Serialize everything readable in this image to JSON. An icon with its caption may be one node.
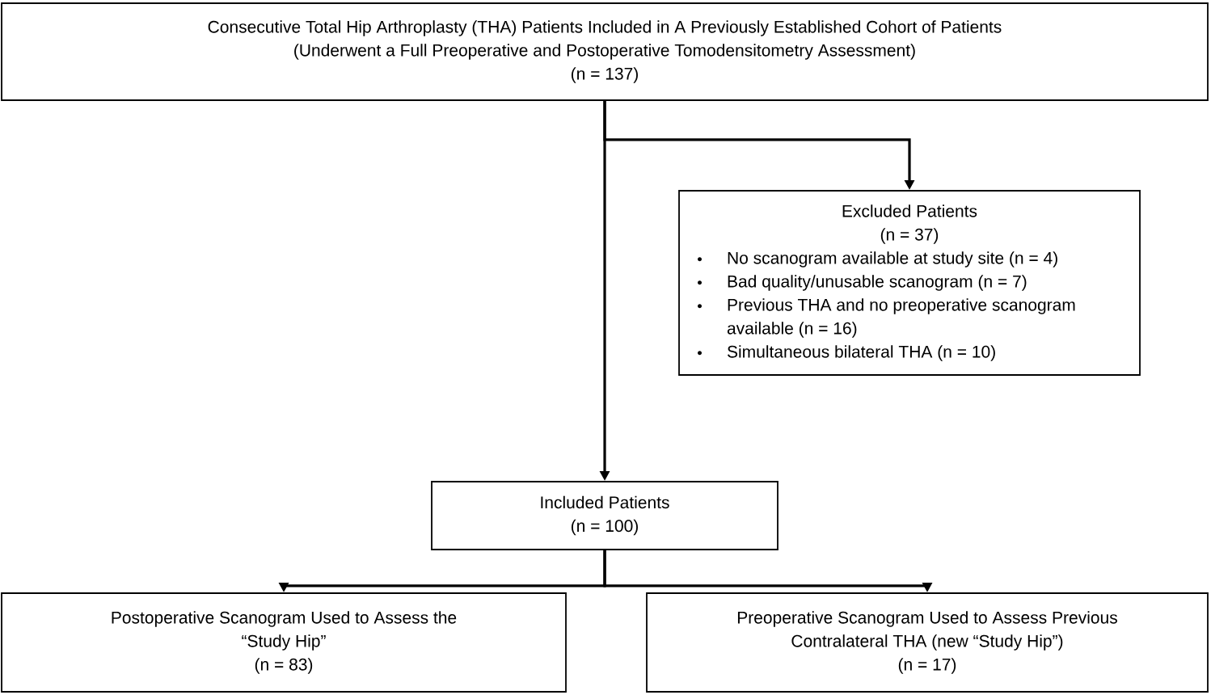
{
  "diagram": {
    "nodes": [
      {
        "text": [
          "Consecutive Total Hip Arthroplasty (THA) Patients Included in A Previously Established Cohort of Patients",
          "(Underwent a Full Preoperative and Postoperative Tomodensitometry Assessment)",
          "(n = 137)"
        ]
      },
      {
        "text": [
          "Excluded Patients",
          "(n = 37)",
          "No scanogram available at study site (n = 4)",
          "Bad quality/unusable scanogram (n = 7)",
          "Previous THA and no preoperative scanogram available (n = 16)",
          "Simultaneous bilateral THA (n = 10)"
        ]
      },
      {
        "text": [
          "Included Patients",
          "(n = 100)"
        ]
      },
      {
        "text": [
          "Postoperative Scanogram Used to Assess the “Study Hip”",
          "(n = 83)"
        ]
      },
      {
        "text": [
          "Preoperative Scanogram Used to Assess Previous Contralateral THA (new “Study Hip”)",
          "(n = 17)"
        ]
      }
    ],
    "edges": [
      {
        "from": 0,
        "to": 1,
        "arrow": "to"
      },
      {
        "from": 0,
        "to": 2,
        "arrow": "to"
      },
      {
        "from": 2,
        "to": 3,
        "arrow": "to"
      },
      {
        "from": 2,
        "to": 4,
        "arrow": "to"
      }
    ]
  }
}
